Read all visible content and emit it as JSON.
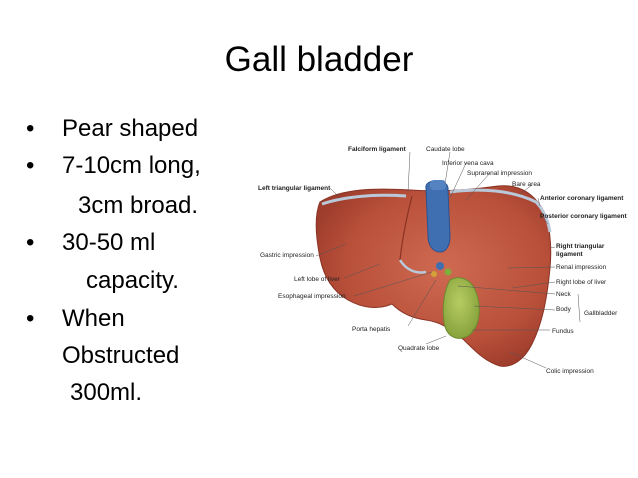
{
  "slide": {
    "title": "Gall bladder",
    "bullets": [
      {
        "lines": [
          "Pear shaped"
        ]
      },
      {
        "lines": [
          "7-10cm long,",
          "3cm broad."
        ]
      },
      {
        "lines": [
          "30-50 ml",
          "capacity."
        ]
      },
      {
        "lines": [
          "When",
          "Obstructed",
          "300ml."
        ]
      }
    ],
    "bullet_symbol": "•"
  },
  "figure": {
    "colors": {
      "liver": "#c2563f",
      "liver_shade": "#9e3d2c",
      "gallbladder": "#9db54a",
      "ivc": "#3f6fb0",
      "ligament": "#b9c9da"
    },
    "labels": {
      "falciform": "Falciform ligament",
      "caudate": "Caudate lobe",
      "ivc": "Inferior vena cava",
      "suprarenal": "Suprarenal impression",
      "bare_area": "Bare area",
      "left_triangular": "Left triangular ligament",
      "anterior_coronary": "Anterior coronary ligament",
      "posterior_coronary": "Posterior coronary ligament",
      "gastric": "Gastric impression",
      "right_triangular_1": "Right triangular",
      "right_triangular_2": "ligament",
      "renal": "Renal impression",
      "left_lobe": "Left lobe of liver",
      "right_lobe": "Right lobe of liver",
      "esophageal": "Esophageal impression",
      "neck": "Neck",
      "body": "Body",
      "gallbladder": "Gallbladder",
      "porta": "Porta hepatis",
      "fundus": "Fundus",
      "quadrate": "Quadrate lobe",
      "colic": "Colic impression"
    }
  }
}
